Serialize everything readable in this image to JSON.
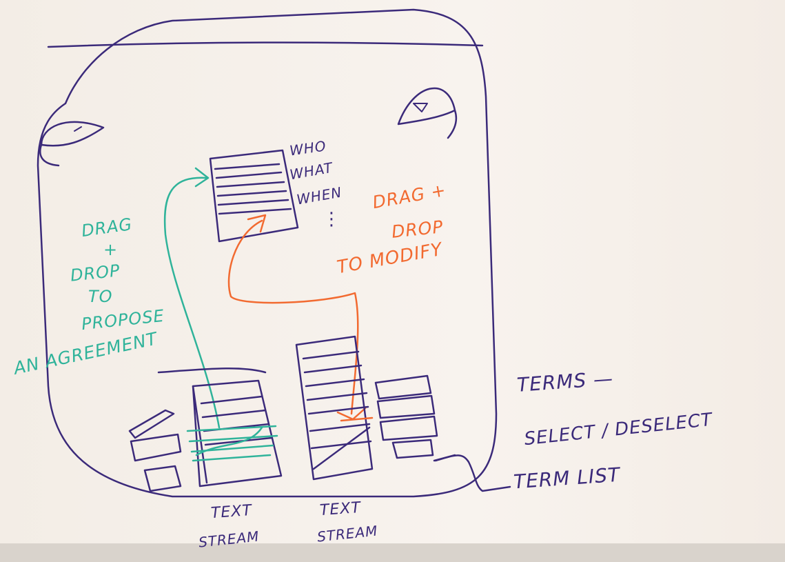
{
  "colors": {
    "paper": "#f5efe8",
    "ink_purple": "#3b2a7a",
    "ink_green": "#2fb39a",
    "ink_orange": "#f26a30"
  },
  "labels": {
    "document_who": "WHO",
    "document_what": "WHAT",
    "document_when": "WHEN",
    "document_ellipsis": "⋮",
    "drag_propose_line1": "DRAG",
    "drag_propose_line2": "+",
    "drag_propose_line3": "DROP",
    "drag_propose_line4": "TO",
    "drag_propose_line5": "PROPOSE",
    "drag_propose_line6": "AN AGREEMENT",
    "drag_modify_line1": "DRAG +",
    "drag_modify_line2": "DROP",
    "drag_modify_line3": "TO MODIFY",
    "terms_line1": "TERMS —",
    "terms_line2": "SELECT / DESELECT",
    "term_list": "TERM LIST",
    "text_stream_left_line1": "TEXT",
    "text_stream_left_line2": "STREAM",
    "text_stream_right_line1": "TEXT",
    "text_stream_right_line2": "STREAM"
  }
}
